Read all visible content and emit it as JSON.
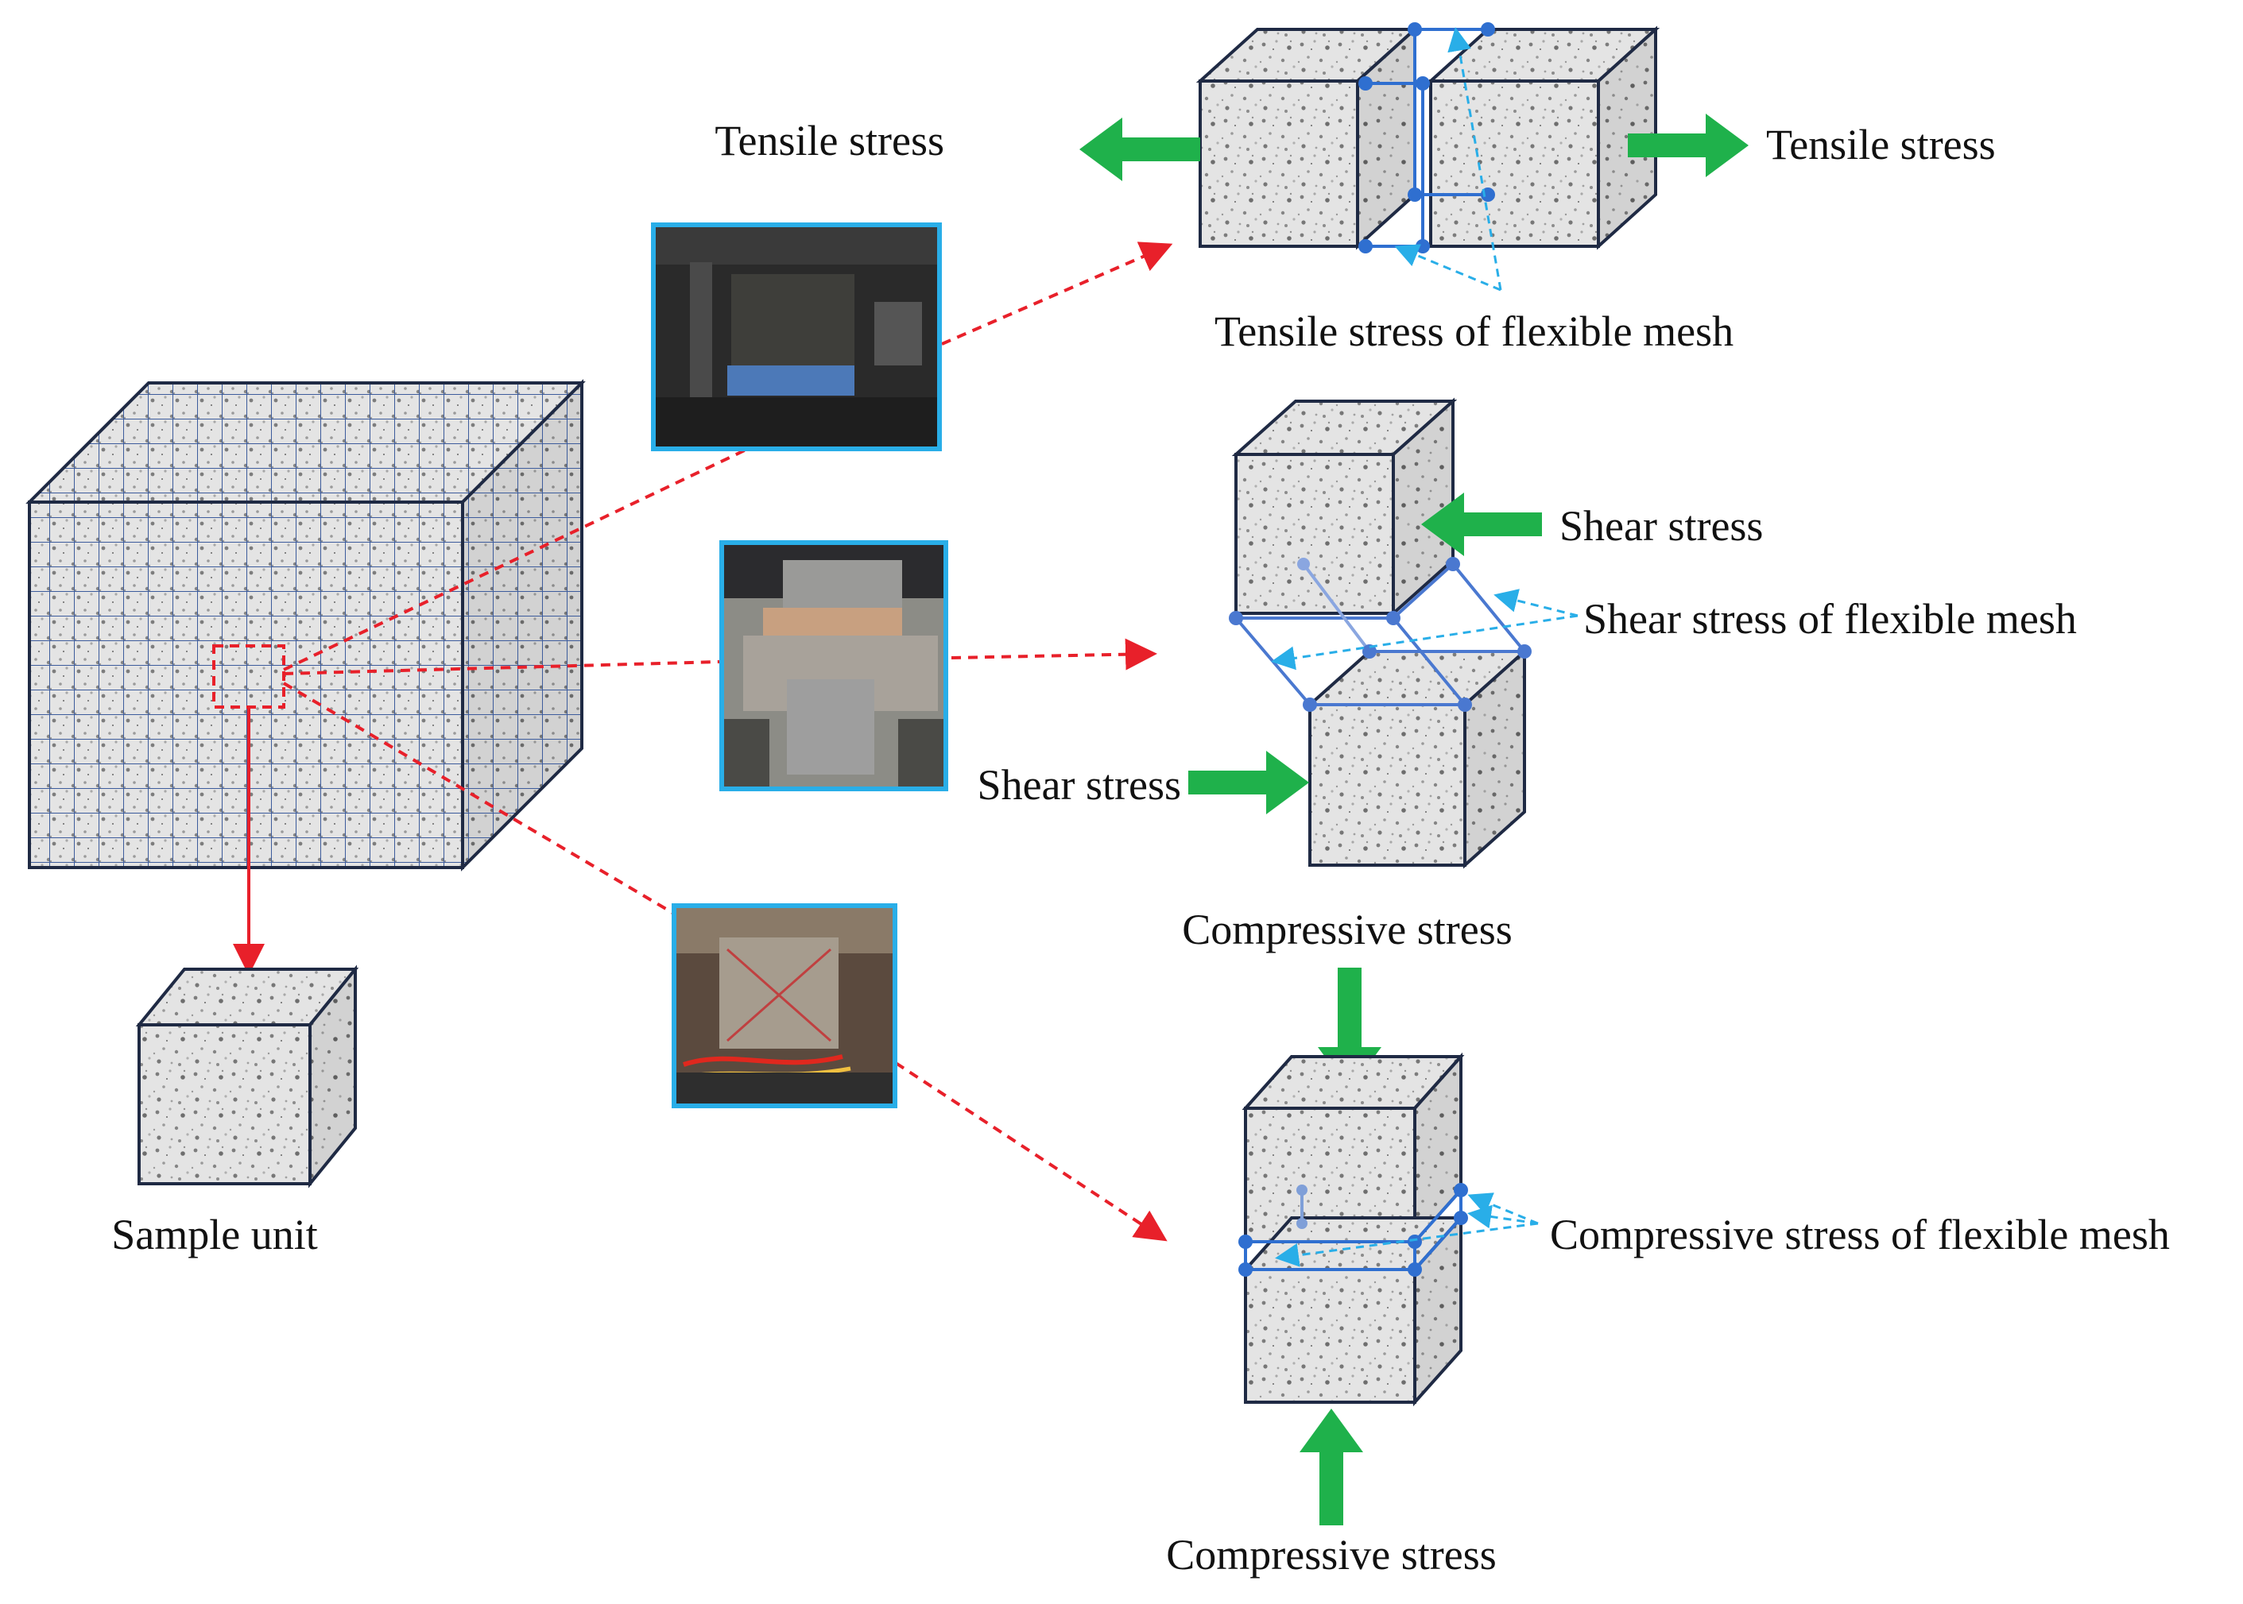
{
  "labels": {
    "tensile_left": "Tensile stress",
    "tensile_right": "Tensile stress",
    "tensile_mesh": "Tensile stress of flexible mesh",
    "shear_top": "Shear stress",
    "shear_mesh": "Shear stress of flexible mesh",
    "shear_bottom": "Shear stress",
    "compressive_top": "Compressive stress",
    "compressive_mesh": "Compressive stress of flexible mesh",
    "compressive_bottom": "Compressive stress",
    "sample_unit": "Sample unit"
  },
  "colors": {
    "background": "#ffffff",
    "cube_edge": "#1f2a44",
    "granite_light": "#e6e6e6",
    "granite_dark": "#8a8a8a",
    "grid_blue": "#3d5c9c",
    "green_arrow": "#1fb14b",
    "red_dashed": "#e8202a",
    "mesh_blue": "#2f6fd0",
    "callout_blue": "#29aee8",
    "photo_frame": "#29aee8",
    "text": "#111111"
  },
  "photos": [
    {
      "name": "tensile-test-photo"
    },
    {
      "name": "shear-test-photo"
    },
    {
      "name": "compression-test-photo"
    }
  ]
}
